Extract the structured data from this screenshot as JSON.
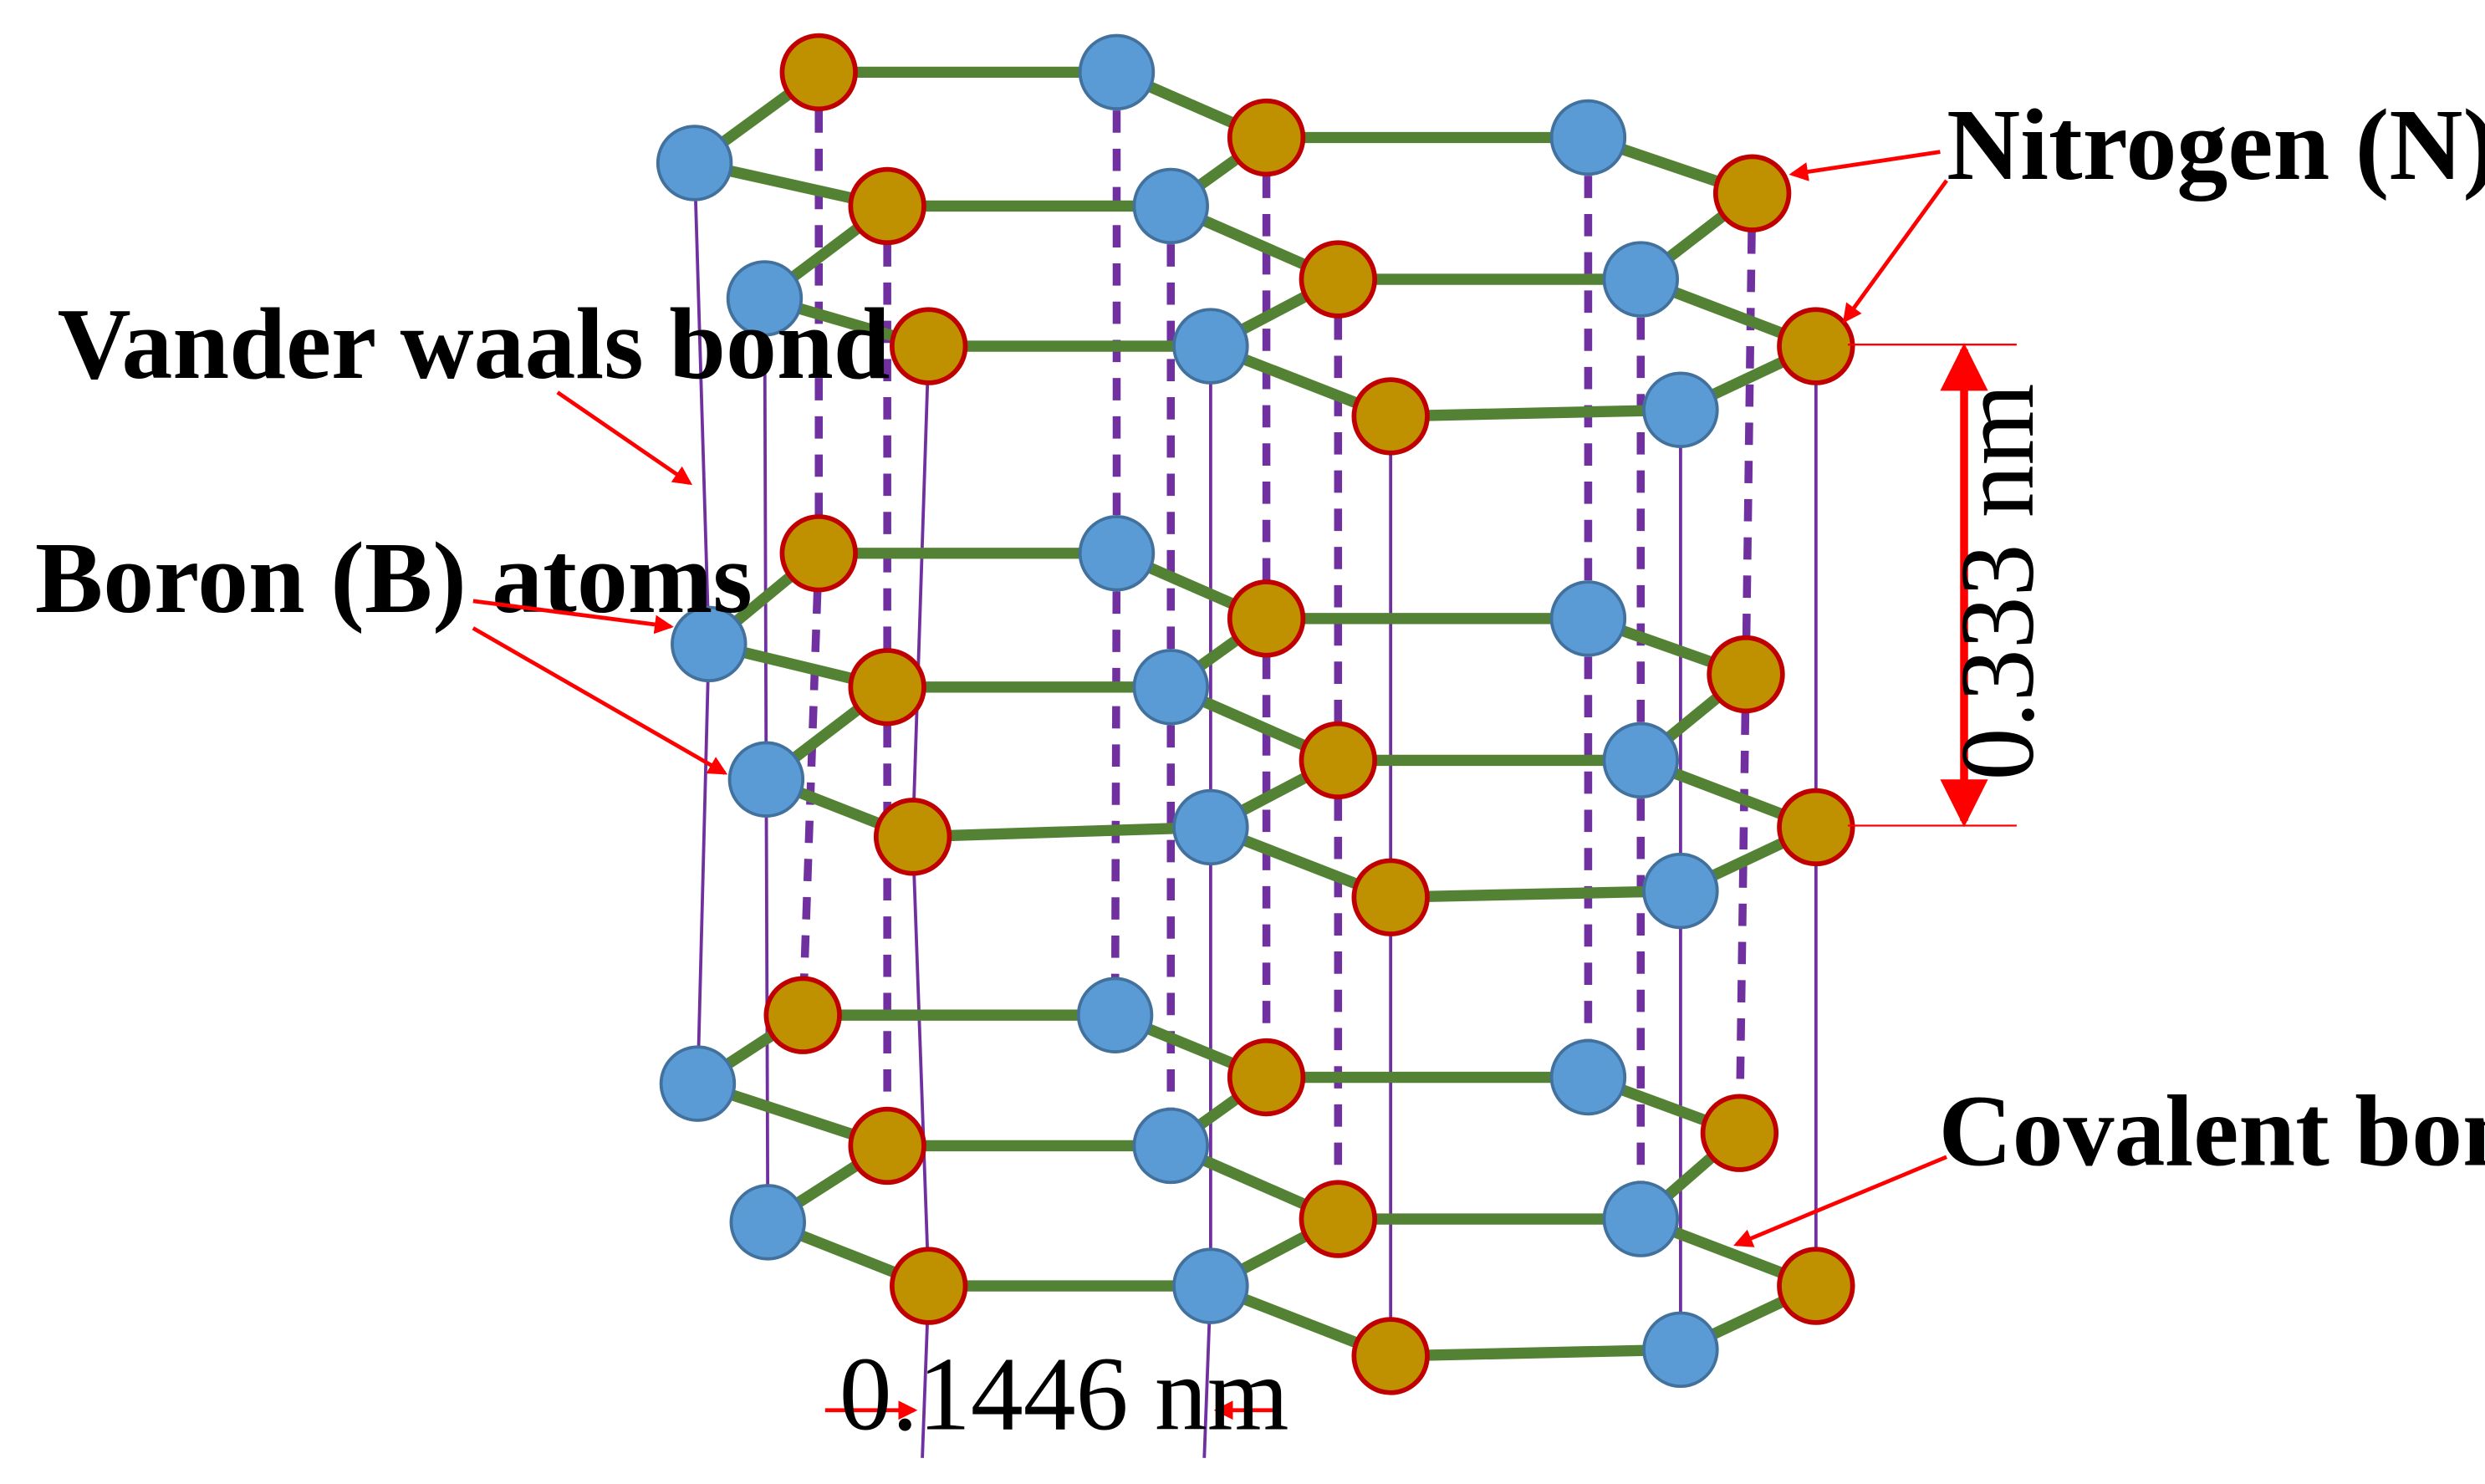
{
  "labels": {
    "nitrogen": "Nitrogen (N) atoms",
    "vander": "Vander waals bond",
    "boron": "Boron (B) atoms",
    "covalent": "Covalent bond",
    "interlayer": "0.333 nm",
    "bond_length": "0.1446 nm"
  },
  "colors": {
    "boron_fill": "#5b9bd5",
    "boron_stroke": "#41719c",
    "nitrogen_fill": "#bf9000",
    "nitrogen_stroke": "#c00000",
    "covalent_bond": "#548235",
    "vdw_line": "#7030a0",
    "dashed_line": "#7030a0",
    "annotation_arrow": "#ff0000"
  },
  "structure": {
    "layers": 3,
    "rings_per_layer": 3,
    "atom_types": [
      "boron",
      "nitrogen"
    ]
  }
}
